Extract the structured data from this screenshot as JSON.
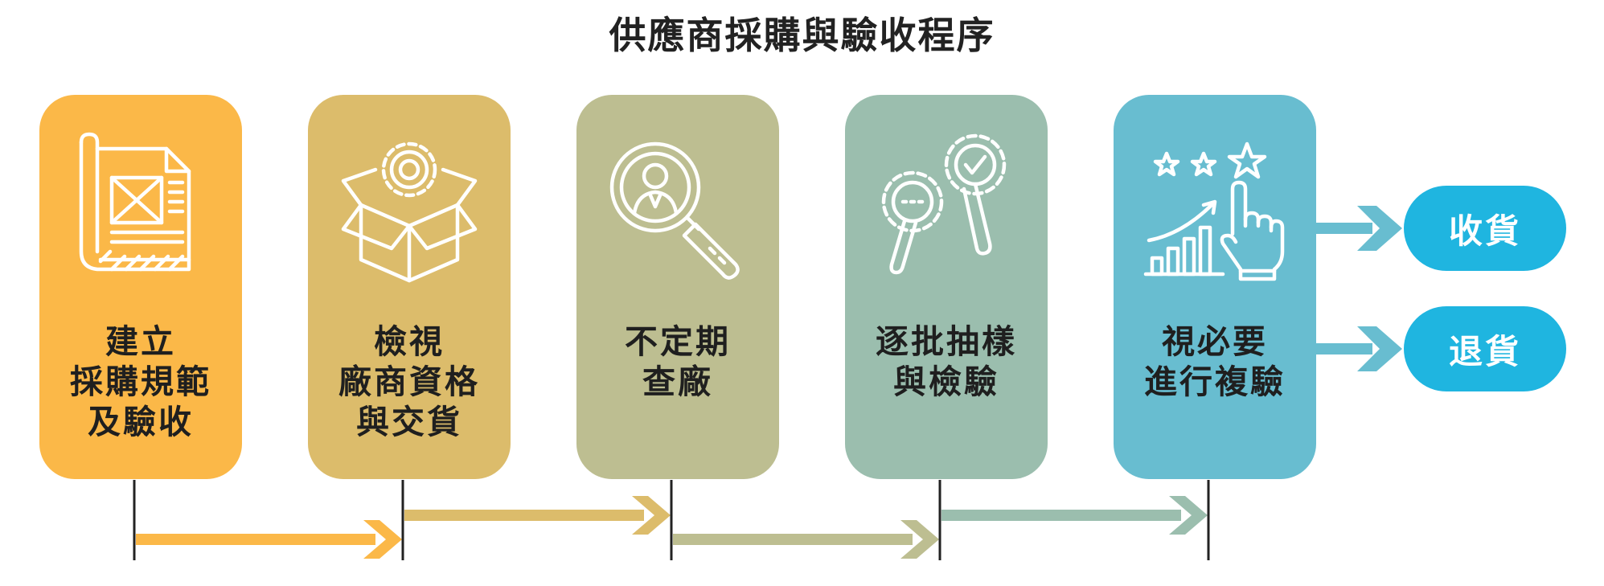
{
  "title": "供應商採購與驗收程序",
  "steps": [
    {
      "lines": [
        "建立",
        "採購規範",
        "及驗收"
      ],
      "color": "#fbb848",
      "icon": "blueprint-icon"
    },
    {
      "lines": [
        "檢視",
        "廠商資格",
        "與交貨"
      ],
      "color": "#dcbc6b",
      "icon": "box-gear-icon"
    },
    {
      "lines": [
        "不定期",
        "查廠"
      ],
      "color": "#bdbe91",
      "icon": "magnifier-person-icon"
    },
    {
      "lines": [
        "逐批抽樣",
        "與檢驗"
      ],
      "color": "#9bbeae",
      "icon": "gears-magnifier-icon"
    },
    {
      "lines": [
        "視必要",
        "進行複驗"
      ],
      "color": "#68bdd0",
      "icon": "rating-chart-hand-icon"
    }
  ],
  "outcomes": [
    {
      "label": "收貨"
    },
    {
      "label": "退貨"
    }
  ],
  "colors": {
    "pill": "#1fb5e0",
    "outcome_arrow": "#68bdd0",
    "timeline": "#222222"
  }
}
